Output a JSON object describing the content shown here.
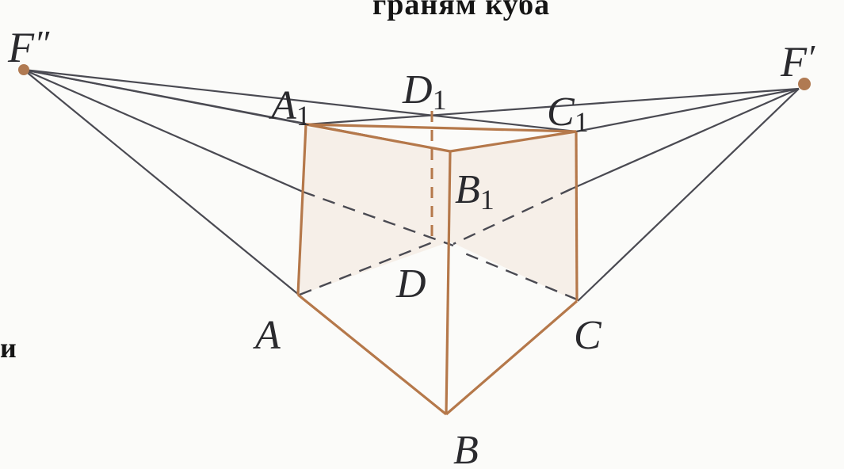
{
  "heading_text": "граням куба",
  "side_text": "и",
  "colors": {
    "edge": "#b5784a",
    "ray": "#4a4a52",
    "face": "#f3e6da",
    "background": "#fbfbf9",
    "point": "#b07a52"
  },
  "labels": {
    "F2": {
      "main": "F",
      "mark": "″"
    },
    "F1": {
      "main": "F",
      "mark": "′"
    },
    "A1": {
      "main": "A",
      "sub": "1"
    },
    "D1": {
      "main": "D",
      "sub": "1"
    },
    "C1": {
      "main": "C",
      "sub": "1"
    },
    "B1": {
      "main": "B",
      "sub": "1"
    },
    "D": {
      "main": "D"
    },
    "A": {
      "main": "A"
    },
    "C": {
      "main": "C"
    },
    "B": {
      "main": "B"
    }
  }
}
